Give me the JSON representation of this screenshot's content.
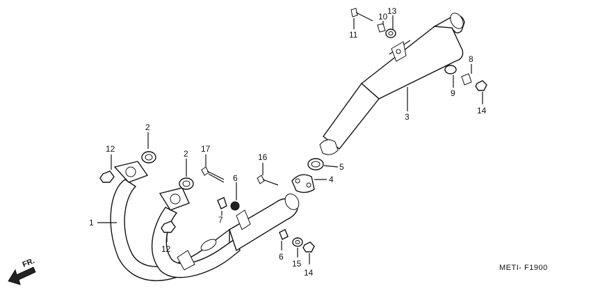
{
  "labels": {
    "p1": "1",
    "p2a": "2",
    "p2b": "2",
    "p3": "3",
    "p4": "4",
    "p5": "5",
    "p6a": "6",
    "p6b": "6",
    "p7": "7",
    "p8": "8",
    "p9": "9",
    "p10": "10",
    "p11": "11",
    "p12a": "12",
    "p12b": "12",
    "p13": "13",
    "p14a": "14",
    "p14b": "14",
    "p15": "15",
    "p16": "16",
    "p17": "17"
  },
  "front_indicator": "FR.",
  "diagram_code": "METI- F1900"
}
